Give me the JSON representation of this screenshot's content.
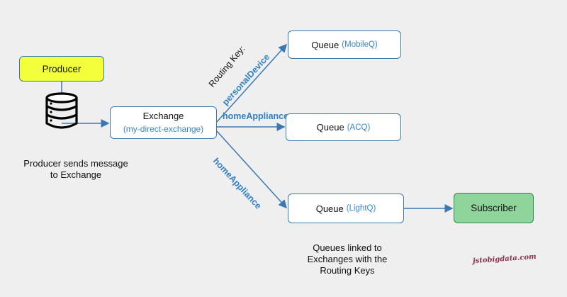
{
  "producer": {
    "label": "Producer"
  },
  "producer_caption": {
    "line1": "Producer sends message",
    "line2": "to Exchange"
  },
  "exchange": {
    "title": "Exchange",
    "name": "(my-direct-exchange)"
  },
  "routing_key_title": "Routing Key:",
  "routing_keys": {
    "mobile": "personalDevice",
    "acq": "homeAppliance",
    "light": "homeAppliance"
  },
  "queues": [
    {
      "label": "Queue",
      "id": "(MobileQ)"
    },
    {
      "label": "Queue",
      "id": "(ACQ)"
    },
    {
      "label": "Queue",
      "id": "(LightQ)"
    }
  ],
  "subscriber": {
    "label": "Subscriber"
  },
  "queues_caption": {
    "line1": "Queues linked to",
    "line2": "Exchanges with the",
    "line3": "Routing Keys"
  },
  "watermark": "jstobigdata.com",
  "colors": {
    "accent": "#3a78b5",
    "producer_fill": "#f2ff3a",
    "subscriber_fill": "#8fd49a",
    "routing_key": "#2f7fc6"
  },
  "icons": {
    "database": "database-icon"
  }
}
